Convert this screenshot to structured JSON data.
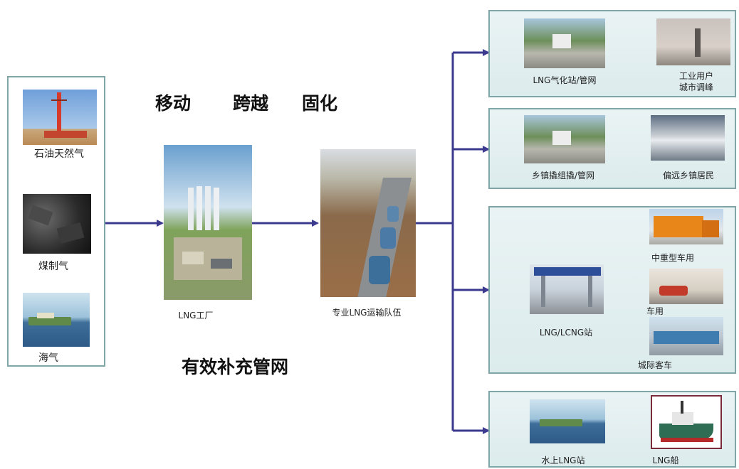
{
  "sources": {
    "oil_gas": "石油天然气",
    "coal_gas": "煤制气",
    "sea_gas": "海气"
  },
  "headline_top": {
    "move": "移动",
    "cross": "跨越",
    "solidify": "固化"
  },
  "headline_bottom": "有效补充管网",
  "factory_label": "LNG工厂",
  "transport_label": "专业LNG运输队伍",
  "branches": {
    "gasification": {
      "station": "LNG气化站/管网",
      "target_line1": "工业用户",
      "target_line2": "城市调峰"
    },
    "town": {
      "station": "乡镇撬组撬/管网",
      "target": "偏远乡镇居民"
    },
    "lcng": {
      "station": "LNG/LCNG站",
      "truck": "中重型车用",
      "car": "车用",
      "bus": "城际客车"
    },
    "water": {
      "station": "水上LNG站",
      "ship": "LNG船"
    }
  },
  "colors": {
    "arrow": "#3b3a8f",
    "panel_border": "#7fa7a7",
    "panel_bg": "#e3eff0"
  }
}
